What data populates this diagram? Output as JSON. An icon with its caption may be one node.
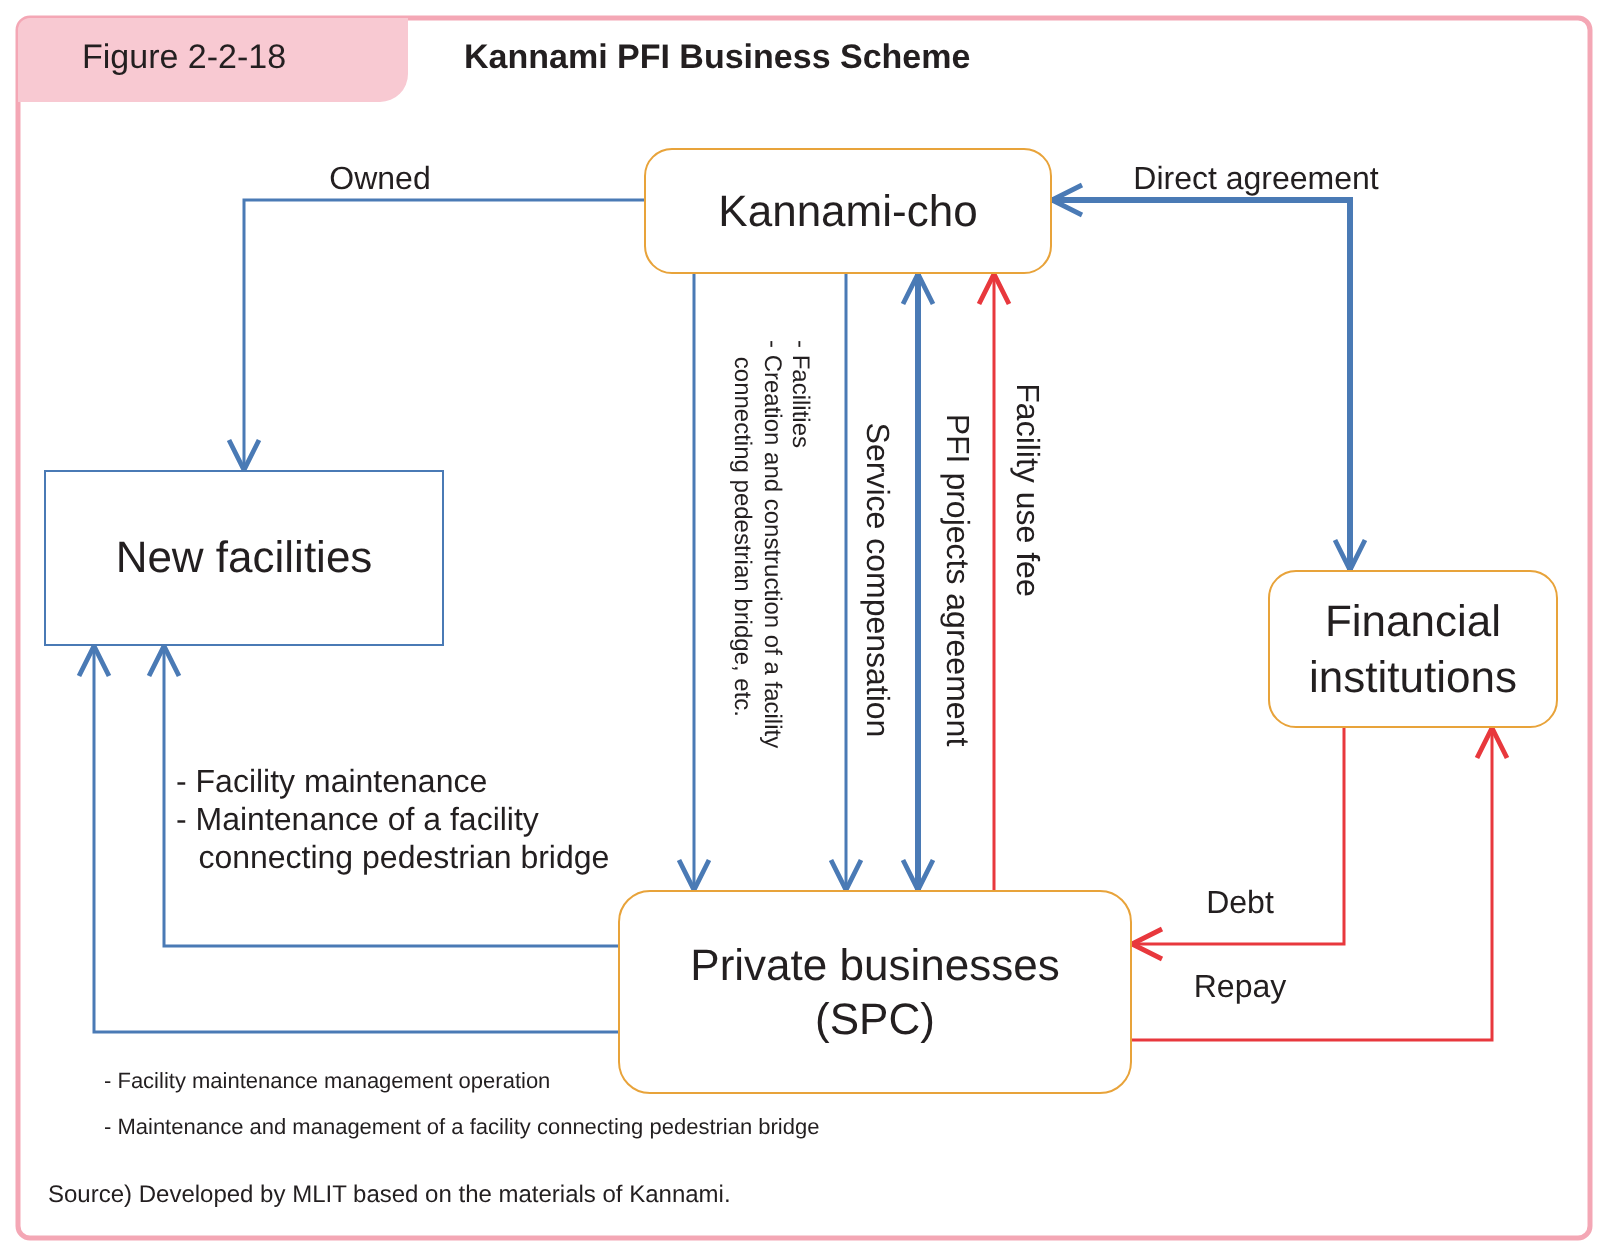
{
  "diagram": {
    "title": "Kannami PFI Business Scheme",
    "caption": "Source) Developed by MLIT based on the materials of Kannami.",
    "nodes": [
      {
        "text": [
          "Kannami-cho"
        ]
      },
      {
        "text": [
          "New facilities"
        ]
      },
      {
        "text": [
          "Financial institutions"
        ]
      },
      {
        "text": [
          "Private businesses (SPC)"
        ]
      }
    ],
    "edges": [
      {
        "from": 0,
        "to": 1,
        "arrow": "to",
        "label": "Owned"
      },
      {
        "from": 0,
        "to": 3,
        "arrow": "to",
        "label": "- Facilities - Creation and construction of a facility connecting pedestrian bridge, etc."
      },
      {
        "from": 0,
        "to": 3,
        "arrow": "to",
        "label": "Service compensation"
      },
      {
        "from": 0,
        "to": 3,
        "arrow": "both",
        "label": "PFI projects agreement",
        "style": "thick"
      },
      {
        "from": 3,
        "to": 0,
        "arrow": "to",
        "label": "Facility use fee",
        "color": "#e8383d"
      },
      {
        "from": 0,
        "to": 2,
        "arrow": "both",
        "label": "Direct agreement",
        "style": "thick"
      },
      {
        "from": 3,
        "to": 1,
        "arrow": "to",
        "label": "- Facility maintenance - Maintenance of a facility connecting pedestrian bridge"
      },
      {
        "from": 3,
        "to": 1,
        "arrow": "to",
        "label": "- Facility maintenance management operation - Maintenance and management of a facility connecting pedestrian bridge"
      },
      {
        "from": 2,
        "to": 3,
        "arrow": "to",
        "label": "Debt",
        "color": "#e8383d"
      },
      {
        "from": 3,
        "to": 2,
        "arrow": "to",
        "label": "Repay",
        "color": "#e8383d"
      }
    ],
    "labels": [
      "Figure 2-2-18"
    ]
  }
}
